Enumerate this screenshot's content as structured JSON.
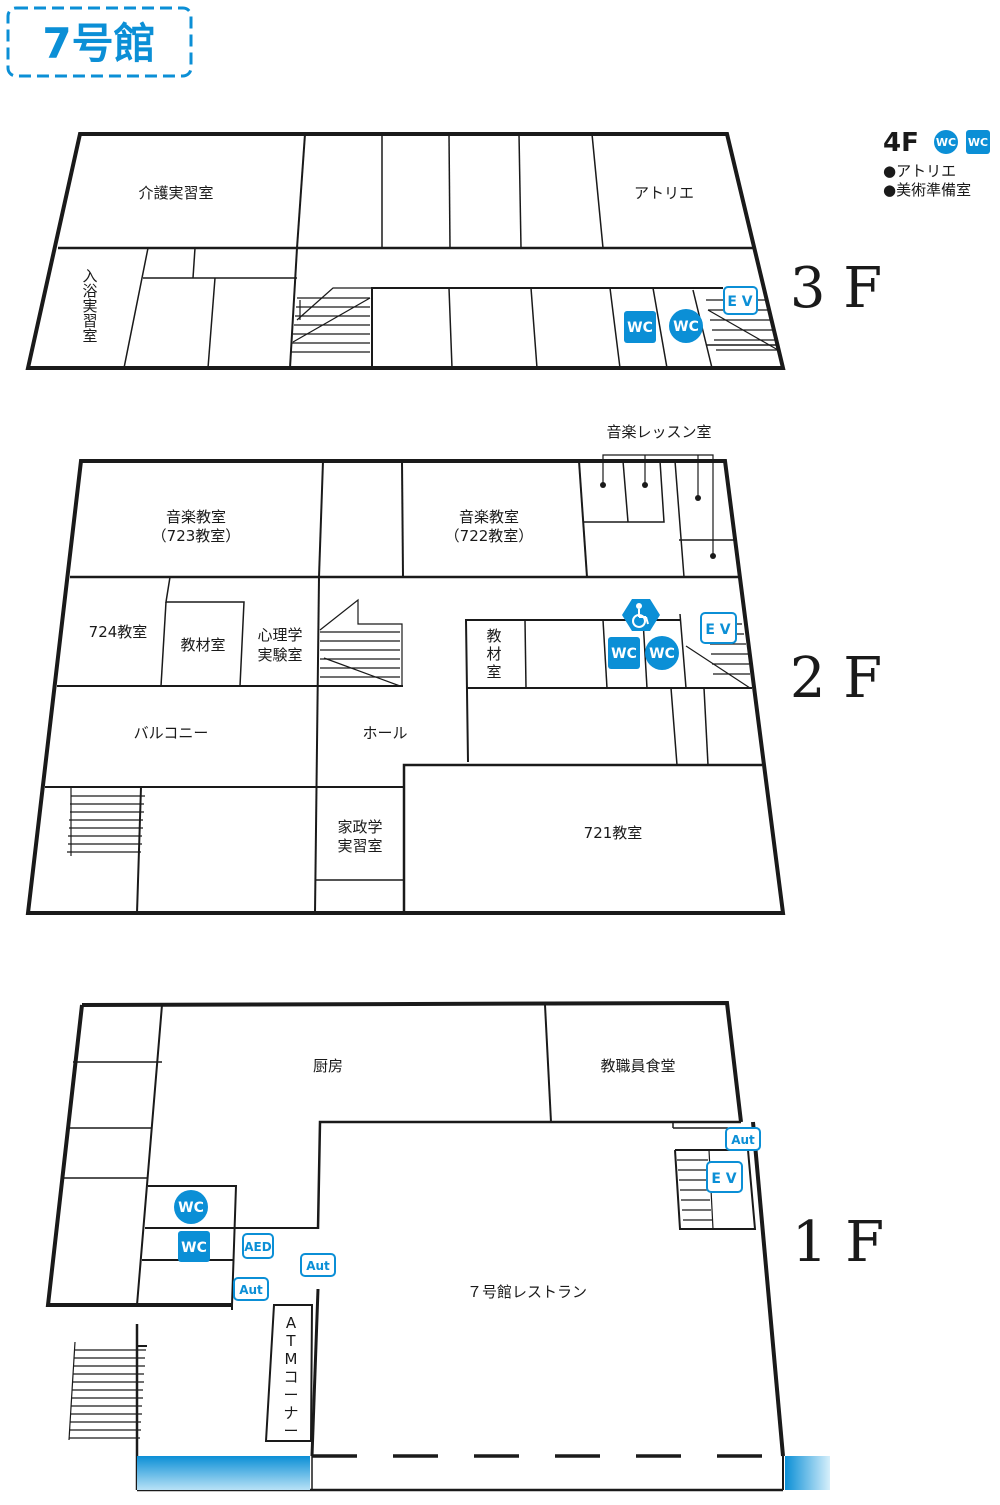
{
  "building_title": "7号館",
  "colors": {
    "accent": "#0b8fd6",
    "line": "#1a1a1a"
  },
  "legend_4f": {
    "floor": "4F",
    "wc_labels": [
      "WC",
      "WC"
    ],
    "items": [
      "●アトリエ",
      "●美術準備室"
    ]
  },
  "floors": {
    "f3": {
      "label": "3 F",
      "rooms": {
        "kaigo": "介護実習室",
        "atelier": "アトリエ",
        "bath": [
          "入",
          "浴",
          "実",
          "習",
          "室"
        ]
      },
      "wc": [
        "WC",
        "WC"
      ],
      "ev": "E V"
    },
    "f2": {
      "label": "2 F",
      "lesson_rooms": "音楽レッスン室",
      "rooms": {
        "music723": [
          "音楽教室",
          "（723教室）"
        ],
        "music722": [
          "音楽教室",
          "（722教室）"
        ],
        "r724": "724教室",
        "kyozai": "教材室",
        "psych": [
          "心理学",
          "実験室"
        ],
        "kyozai_v": [
          "教",
          "材",
          "室"
        ],
        "balcony": "バルコニー",
        "hall": "ホール",
        "kasei": [
          "家政学",
          "実習室"
        ],
        "r721": "721教室"
      },
      "wc": [
        "WC",
        "WC"
      ],
      "ev": "E V"
    },
    "f1": {
      "label": "1 F",
      "rooms": {
        "kitchen": "厨房",
        "staff_dining": "教職員食堂",
        "restaurant": "７号館レストラン",
        "atm": [
          "A",
          "T",
          "M",
          "コ",
          "ー",
          "ナ",
          "ー"
        ]
      },
      "wc": [
        "WC",
        "WC"
      ],
      "ev": "E V",
      "aed": "AED",
      "aut": [
        "Aut",
        "Aut",
        "Aut"
      ]
    }
  }
}
